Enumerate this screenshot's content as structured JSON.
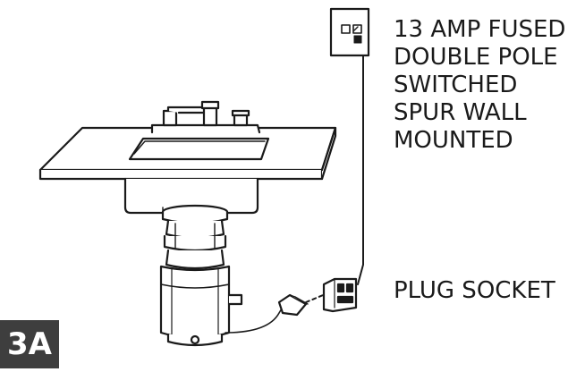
{
  "labels": {
    "spur_lines": [
      "13 AMP FUSED",
      "DOUBLE POLE",
      "SWITCHED",
      "SPUR WALL",
      "MOUNTED"
    ],
    "socket": "PLUG SOCKET",
    "figure_number": "3A"
  },
  "colors": {
    "line": "#1a1a1a",
    "badge_bg": "#3e3e3e",
    "badge_text": "#ffffff",
    "background": "#ffffff"
  },
  "icons": [
    "switched-spur-icon",
    "plug-socket-icon",
    "plug-icon",
    "sink-icon",
    "tap-icon",
    "waste-disposer-icon"
  ]
}
